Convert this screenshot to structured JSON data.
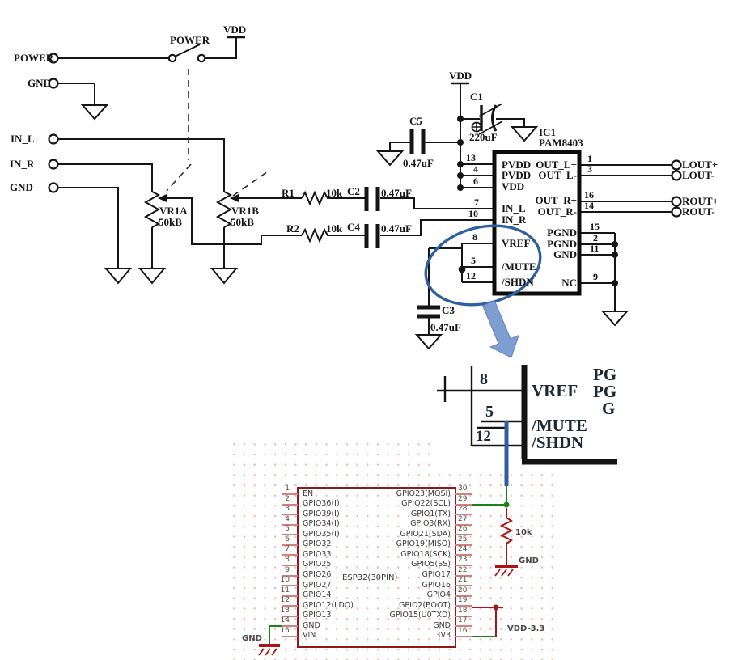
{
  "colors": {
    "wire_black": "#151515",
    "annotation_blue": "#2e5f9f",
    "arrow_blue": "#7e9dd1",
    "wire_green": "#188418",
    "wire_red": "#aa1414",
    "pin_stub_pink": "#d27f7f",
    "esp_box_red": "#8c1a1a",
    "grid_dot_pink": "#f0b6b6"
  },
  "schematic": {
    "terminals": {
      "power": "POWER",
      "gnd_top": "GND",
      "in_l": "IN_L",
      "in_r": "IN_R",
      "gnd_mid": "GND"
    },
    "power_switch": {
      "label": "POWER",
      "vdd": "VDD"
    },
    "vdd_rail": "VDD",
    "caps": {
      "c1": {
        "ref": "C1",
        "value": "220uF"
      },
      "c2": {
        "ref": "C2",
        "value": "0.47uF"
      },
      "c3": {
        "ref": "C3",
        "value": "0.47uF"
      },
      "c4": {
        "ref": "C4",
        "value": "0.47uF"
      },
      "c5": {
        "ref": "C5",
        "value": "0.47uF"
      }
    },
    "resistors": {
      "r1": {
        "ref": "R1",
        "value": "10k"
      },
      "r2": {
        "ref": "R2",
        "value": "10k"
      }
    },
    "pots": {
      "vr1a": {
        "ref": "VR1A",
        "value": "50kB"
      },
      "vr1b": {
        "ref": "VR1B",
        "value": "50kB"
      }
    },
    "ic": {
      "ref": "IC1",
      "part": "PAM8403",
      "pin_nums": {
        "p13": "13",
        "p4": "4",
        "p6": "6",
        "p7": "7",
        "p10": "10",
        "p8": "8",
        "p5": "5",
        "p12": "12",
        "p1": "1",
        "p3": "3",
        "p16": "16",
        "p14": "14",
        "p15": "15",
        "p2": "2",
        "p11": "11",
        "p9": "9"
      },
      "pin_names": {
        "pvdd1": "PVDD",
        "pvdd2": "PVDD",
        "vdd": "VDD",
        "in_l": "IN_L",
        "in_r": "IN_R",
        "vref": "VREF",
        "mute": "/MUTE",
        "shdn": "/SHDN",
        "out_lp": "OUT_L+",
        "out_lm": "OUT_L-",
        "out_rp": "OUT_R+",
        "out_rm": "OUT_R-",
        "pgnd1": "PGND",
        "pgnd2": "PGND",
        "gnd": "GND",
        "nc": "NC"
      }
    },
    "outputs": {
      "lout_p": "LOUT+",
      "lout_m": "LOUT-",
      "rout_p": "ROUT+",
      "rout_m": "ROUT-"
    }
  },
  "detail": {
    "pin8": "8",
    "pin5": "5",
    "pin12": "12",
    "vref": "VREF",
    "mute": "/MUTE",
    "shdn": "/SHDN",
    "pg1": "PG",
    "pg2": "PG",
    "g": "G"
  },
  "esp32": {
    "title": "ESP32(30PIN)",
    "left_pins": [
      {
        "num": "1",
        "name": "EN"
      },
      {
        "num": "2",
        "name": "GPIO36(I)"
      },
      {
        "num": "3",
        "name": "GPIO39(I)"
      },
      {
        "num": "4",
        "name": "GPIO34(I)"
      },
      {
        "num": "5",
        "name": "GPIO35(I)"
      },
      {
        "num": "6",
        "name": "GPIO32"
      },
      {
        "num": "7",
        "name": "GPIO33"
      },
      {
        "num": "8",
        "name": "GPIO25"
      },
      {
        "num": "9",
        "name": "GPIO26"
      },
      {
        "num": "10",
        "name": "GPIO27"
      },
      {
        "num": "11",
        "name": "GPIO14"
      },
      {
        "num": "12",
        "name": "GPIO12(LDO)"
      },
      {
        "num": "13",
        "name": "GPIO13"
      },
      {
        "num": "14",
        "name": "GND"
      },
      {
        "num": "15",
        "name": "VIN"
      }
    ],
    "right_pins": [
      {
        "num": "30",
        "name": "GPIO23(MOSI)"
      },
      {
        "num": "29",
        "name": "GPIO22(SCL)"
      },
      {
        "num": "28",
        "name": "GPIO1(TX)"
      },
      {
        "num": "27",
        "name": "GPIO3(RX)"
      },
      {
        "num": "26",
        "name": "GPIO21(SDA)"
      },
      {
        "num": "25",
        "name": "GPIO19(MISO)"
      },
      {
        "num": "24",
        "name": "GPIO18(SCK)"
      },
      {
        "num": "23",
        "name": "GPIO5(SS)"
      },
      {
        "num": "22",
        "name": "GPIO17"
      },
      {
        "num": "21",
        "name": "GPIO16"
      },
      {
        "num": "20",
        "name": "GPIO4"
      },
      {
        "num": "19",
        "name": "GPIO2(BOOT)"
      },
      {
        "num": "18",
        "name": "GPIO15(U0TXD)"
      },
      {
        "num": "17",
        "name": "GND"
      },
      {
        "num": "16",
        "name": "3V3"
      }
    ],
    "pullup": {
      "ref": "10k",
      "gnd": "GND"
    },
    "gnd_left": "GND",
    "vdd_net": "VDD-3.3"
  }
}
